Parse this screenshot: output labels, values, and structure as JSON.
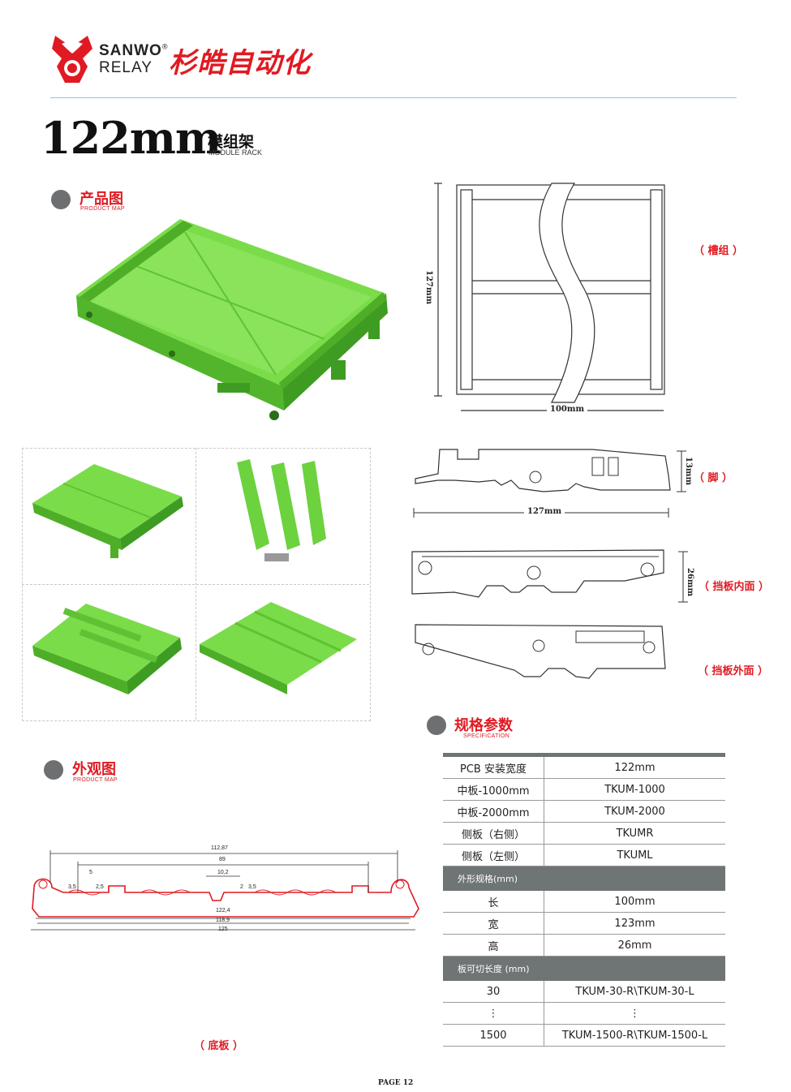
{
  "brand": {
    "name_en_line1": "SANWO",
    "registered": "®",
    "name_en_line2": "RELAY",
    "name_cn": "杉皓自动化"
  },
  "title": {
    "main": "122mm",
    "cn": "模组架",
    "en": "MODULE RACK"
  },
  "sections": {
    "product_map": {
      "cn": "产品图",
      "en": "PRODUCT MAP"
    },
    "appearance": {
      "cn": "外观图",
      "en": "PRODUCT MAP"
    },
    "spec": {
      "cn": "规格参数",
      "en": "SPECIFICATION"
    }
  },
  "drawings": {
    "frame": {
      "label": "（ 槽组 ）",
      "height_dim": "127mm",
      "width_dim": "100mm"
    },
    "foot": {
      "label": "（ 脚 ）",
      "height_dim": "13mm",
      "width_dim": "127mm"
    },
    "inner": {
      "label": "（ 挡板内面 ）",
      "height_dim": "26mm"
    },
    "outer": {
      "label": "（ 挡板外面 ）"
    },
    "base": {
      "label": "（ 底板 ）",
      "dims": [
        "112,87",
        "89",
        "10,2",
        "5",
        "3,5",
        "2,5",
        "2",
        "3,5",
        "122,4",
        "118,9",
        "125"
      ]
    }
  },
  "colors": {
    "green": "#6cd23e",
    "green_dark": "#3f9c22",
    "red": "#e01a22",
    "gray": "#6d6f70"
  },
  "spec": {
    "rows_a": [
      {
        "k": "PCB 安装宽度",
        "v": "122mm"
      },
      {
        "k": "中板-1000mm",
        "v": "TKUM-1000"
      },
      {
        "k": "中板-2000mm",
        "v": "TKUM-2000"
      },
      {
        "k": "侧板（右侧）",
        "v": "TKUMR"
      },
      {
        "k": "侧板（左侧）",
        "v": "TKUML"
      }
    ],
    "head_b": "外形规格(mm)",
    "rows_b": [
      {
        "k": "长",
        "v": "100mm"
      },
      {
        "k": "宽",
        "v": "123mm"
      },
      {
        "k": "高",
        "v": "26mm"
      }
    ],
    "head_c": "板可切长度 (mm)",
    "rows_c": [
      {
        "k": "30",
        "v": "TKUM-30-R\\TKUM-30-L"
      },
      {
        "k": "⋮",
        "v": "⋮"
      },
      {
        "k": "1500",
        "v": "TKUM-1500-R\\TKUM-1500-L"
      }
    ]
  },
  "page": "PAGE 12"
}
